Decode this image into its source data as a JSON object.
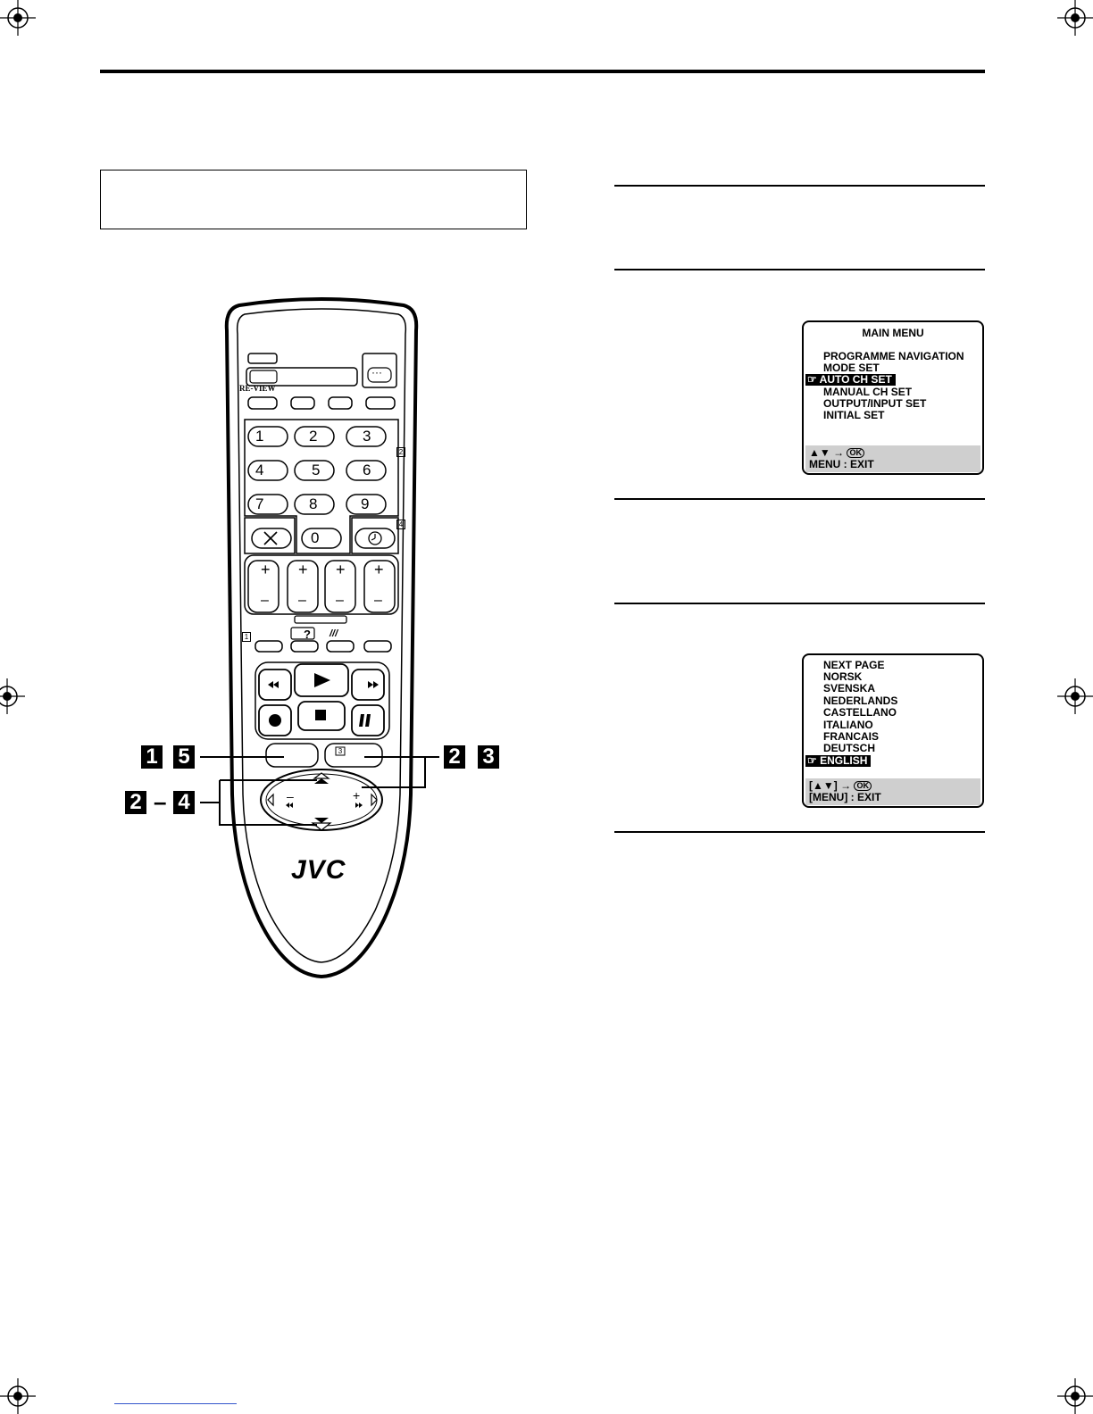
{
  "remote": {
    "brand": "JVC",
    "review_label": "RE-VIEW",
    "ellipsis": "···",
    "keys": [
      "1",
      "2",
      "3",
      "4",
      "5",
      "6",
      "7",
      "8",
      "9",
      "0"
    ],
    "side_tags": [
      "2",
      "4",
      "1",
      "3"
    ],
    "help_label": "?",
    "slash_label": "///",
    "minus": "–",
    "plus": "+"
  },
  "callouts": {
    "left_top": [
      "1",
      "5"
    ],
    "left_bottom": [
      "2",
      "4"
    ],
    "left_dash": "–",
    "right": [
      "2",
      "3"
    ]
  },
  "screen1": {
    "title": "MAIN MENU",
    "items": [
      "PROGRAMME NAVIGATION",
      "MODE SET",
      "AUTO CH SET",
      "MANUAL CH SET",
      "OUTPUT/INPUT SET",
      "INITIAL SET"
    ],
    "selected_index": 2,
    "foot_line1_arrows": "▲▼",
    "foot_line1_ok": "OK",
    "foot_line2": "MENU : EXIT"
  },
  "screen2": {
    "items": [
      "NEXT PAGE",
      "NORSK",
      "SVENSKA",
      "NEDERLANDS",
      "CASTELLANO",
      "ITALIANO",
      "FRANCAIS",
      "DEUTSCH",
      "ENGLISH"
    ],
    "selected_index": 8,
    "foot_line1_arrows": "[▲▼]",
    "foot_line1_ok": "OK",
    "foot_line2": "[MENU] : EXIT"
  }
}
